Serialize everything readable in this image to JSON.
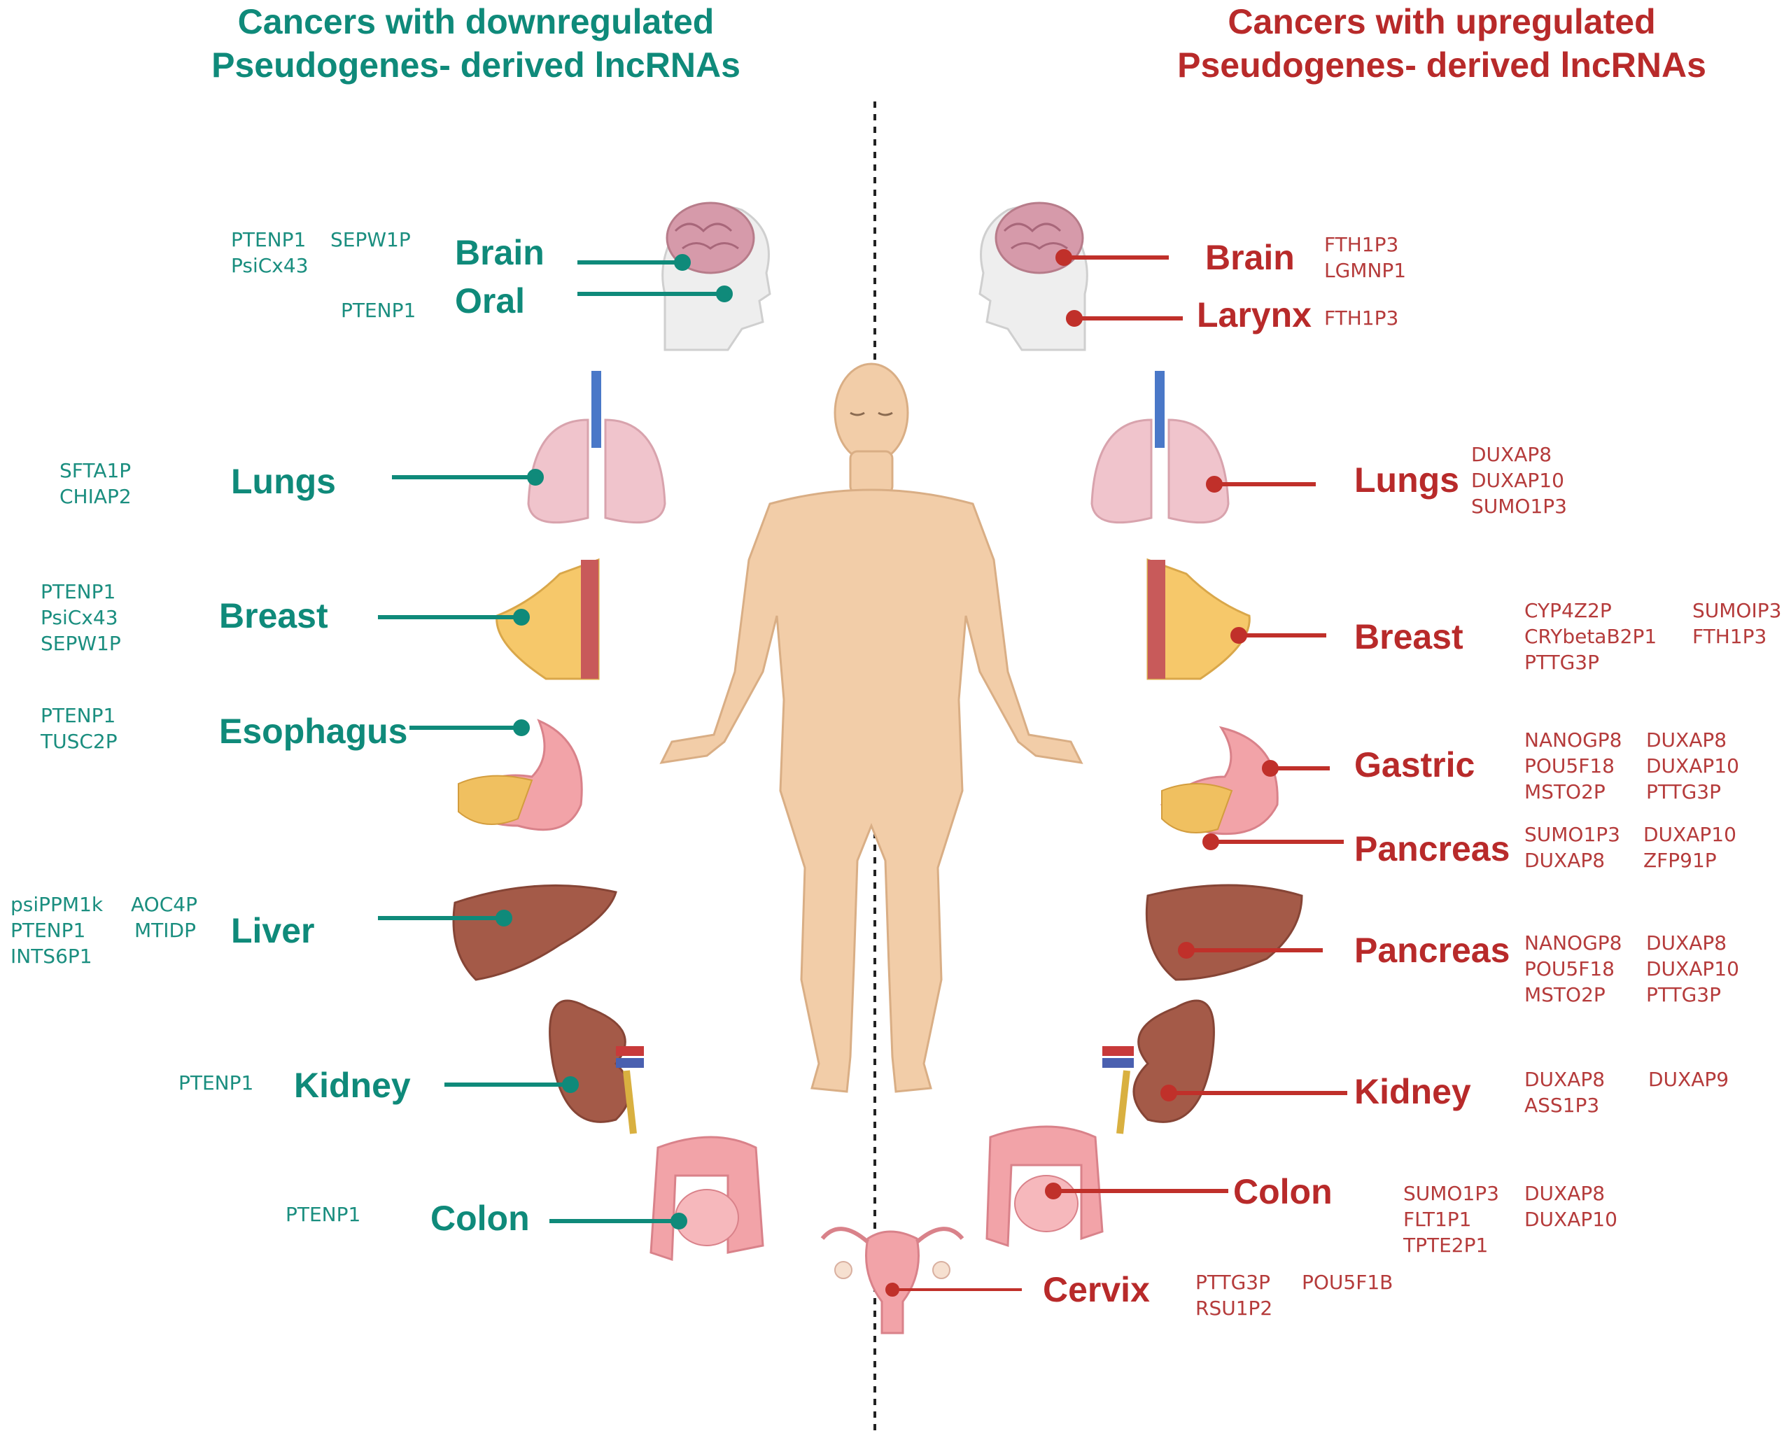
{
  "titles": {
    "left": [
      "Cancers with downregulated",
      "Pseudogenes- derived lncRNAs"
    ],
    "right": [
      "Cancers with upregulated",
      "Pseudogenes- derived lncRNAs"
    ]
  },
  "colors": {
    "down": "#0f8a7a",
    "up": "#b82a2a"
  },
  "left": [
    {
      "organ": "Brain",
      "icon": "brain-icon",
      "genes": [
        "PTENP1",
        "SEPW1P",
        "PsiCx43"
      ]
    },
    {
      "organ": "Oral",
      "icon": "head-icon",
      "genes": [
        "PTENP1"
      ]
    },
    {
      "organ": "Lungs",
      "icon": "lungs-icon",
      "genes": [
        "SFTA1P",
        "CHIAP2"
      ]
    },
    {
      "organ": "Breast",
      "icon": "breast-icon",
      "genes": [
        "PTENP1",
        "PsiCx43",
        "SEPW1P"
      ]
    },
    {
      "organ": "Esophagus",
      "icon": "stomach-icon",
      "genes": [
        "PTENP1",
        "TUSC2P"
      ]
    },
    {
      "organ": "Liver",
      "icon": "liver-icon",
      "genes": [
        "psiPPM1k",
        "AOC4P",
        "PTENP1",
        "MTIDP",
        "INTS6P1"
      ]
    },
    {
      "organ": "Kidney",
      "icon": "kidney-icon",
      "genes": [
        "PTENP1"
      ]
    },
    {
      "organ": "Colon",
      "icon": "colon-icon",
      "genes": [
        "PTENP1"
      ]
    }
  ],
  "right": [
    {
      "organ": "Brain",
      "icon": "brain-icon",
      "genes": [
        "FTH1P3",
        "LGMNP1"
      ]
    },
    {
      "organ": "Larynx",
      "icon": "head-icon",
      "genes": [
        "FTH1P3"
      ]
    },
    {
      "organ": "Lungs",
      "icon": "lungs-icon",
      "genes": [
        "DUXAP8",
        "DUXAP10",
        "SUMO1P3"
      ]
    },
    {
      "organ": "Breast",
      "icon": "breast-icon",
      "genes": [
        "CYP4Z2P",
        "SUMOIP3",
        "CRYbetaB2P1",
        "FTH1P3",
        "PTTG3P"
      ]
    },
    {
      "organ": "Gastric",
      "icon": "stomach-icon",
      "genes": [
        "NANOGP8",
        "DUXAP8",
        "POU5F18",
        "DUXAP10",
        "MSTO2P",
        "PTTG3P"
      ]
    },
    {
      "organ": "Pancreas",
      "icon": "pancreas-icon",
      "genes": [
        "SUMO1P3",
        "DUXAP10",
        "DUXAP8",
        "ZFP91P"
      ]
    },
    {
      "organ": "Pancreas",
      "icon": "liver-icon",
      "genes": [
        "NANOGP8",
        "DUXAP8",
        "POU5F18",
        "DUXAP10",
        "MSTO2P",
        "PTTG3P"
      ]
    },
    {
      "organ": "Kidney",
      "icon": "kidney-icon",
      "genes": [
        "DUXAP8",
        "DUXAP9",
        "ASS1P3"
      ]
    },
    {
      "organ": "Colon",
      "icon": "colon-icon",
      "genes": [
        "SUMO1P3",
        "DUXAP8",
        "FLT1P1",
        "DUXAP10",
        "TPTE2P1"
      ]
    },
    {
      "organ": "Cervix",
      "icon": "uterus-icon",
      "genes": [
        "PTTG3P",
        "POU5F1B",
        "RSU1P2"
      ]
    }
  ]
}
